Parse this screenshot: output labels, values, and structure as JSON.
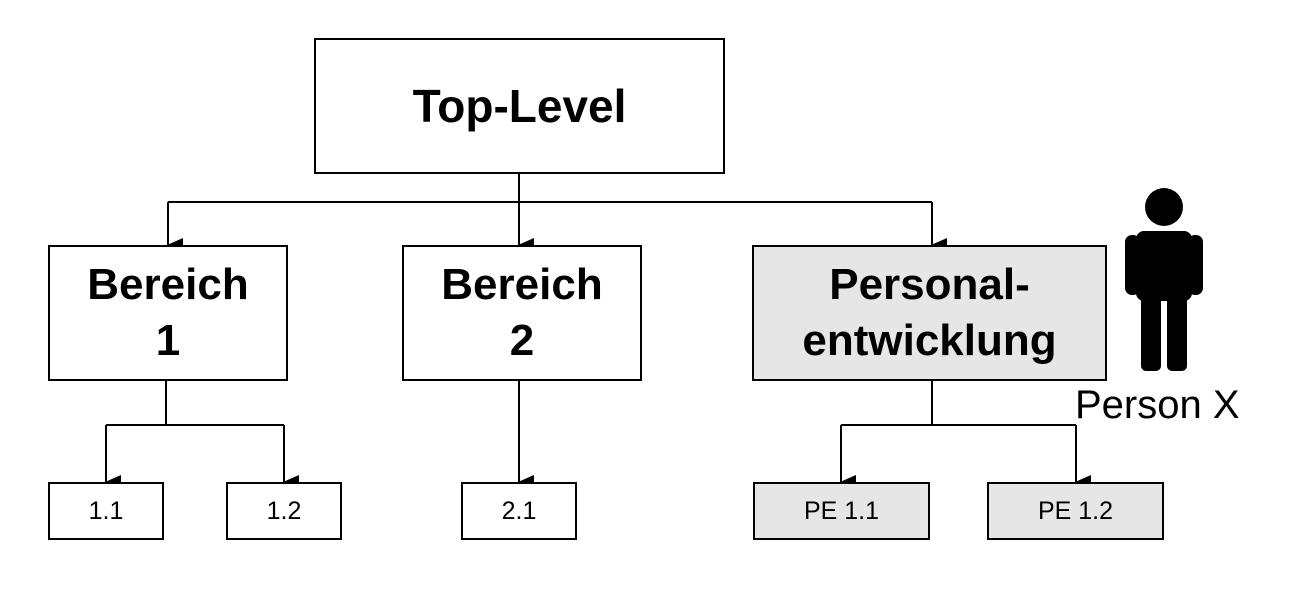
{
  "top": {
    "label": "Top-Level"
  },
  "areas": [
    {
      "line1": "Bereich",
      "line2": "1"
    },
    {
      "line1": "Bereich",
      "line2": "2"
    },
    {
      "line1": "Personal-",
      "line2": "entwicklung"
    }
  ],
  "subs": {
    "a1": [
      "1.1",
      "1.2"
    ],
    "a2": [
      "2.1"
    ],
    "pe": [
      "PE 1.1",
      "PE 1.2"
    ]
  },
  "person": {
    "label": "Person X"
  },
  "colors": {
    "highlight": "#e6e6e6",
    "line": "#000000"
  },
  "icons": {
    "person": "person-icon"
  }
}
